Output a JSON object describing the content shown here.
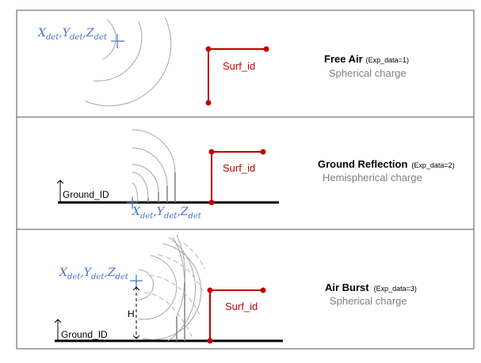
{
  "detector_label": {
    "x": "X",
    "y": "Y",
    "z": "Z",
    "sub": "det",
    "sep": ","
  },
  "surface_label": "Surf_id",
  "ground_label": "Ground_ID",
  "height_label": "H",
  "panels": [
    {
      "title": "Free Air",
      "exp": "(Exp_data=1)",
      "charge": "Spherical charge"
    },
    {
      "title": "Ground Reflection",
      "exp": "(Exp_data=2)",
      "charge": "Hemispherical charge"
    },
    {
      "title": "Air Burst",
      "exp": "(Exp_data=3)",
      "charge": "Spherical charge"
    }
  ],
  "colors": {
    "detector": "#4472c4",
    "surface": "#c00000",
    "description": "#808080"
  }
}
